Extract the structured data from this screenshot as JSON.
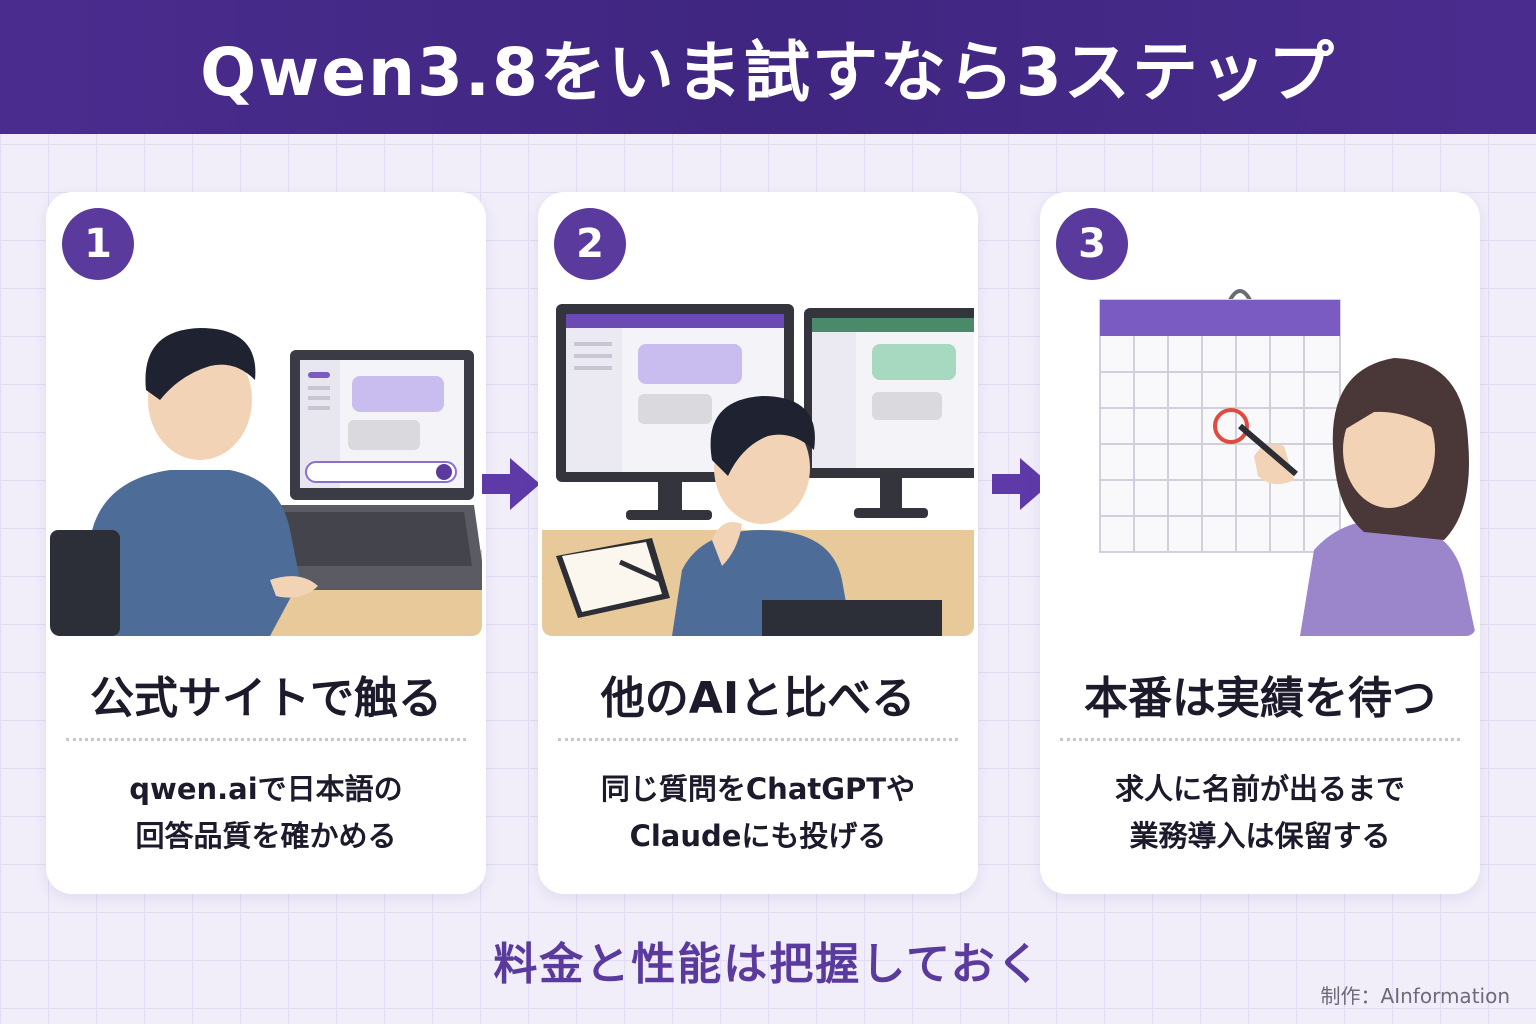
{
  "header": {
    "title": "Qwen3.8をいま試すなら3ステップ"
  },
  "steps": [
    {
      "number": "1",
      "title": "公式サイトで触る",
      "desc_line1": "qwen.aiで日本語の",
      "desc_line2": "回答品質を確かめる"
    },
    {
      "number": "2",
      "title": "他のAIと比べる",
      "desc_line1": "同じ質問をChatGPTや",
      "desc_line2": "Claudeにも投げる"
    },
    {
      "number": "3",
      "title": "本番は実績を待つ",
      "desc_line1": "求人に名前が出るまで",
      "desc_line2": "業務導入は保留する"
    }
  ],
  "footer": {
    "note": "料金と性能は把握しておく"
  },
  "credit": "制作：AInformation",
  "colors": {
    "header": "#3f2680",
    "accent": "#5a3a9c",
    "background": "#f1eefa",
    "arrow": "#5d3aa8"
  },
  "icons": [
    "right-arrow-icon"
  ]
}
